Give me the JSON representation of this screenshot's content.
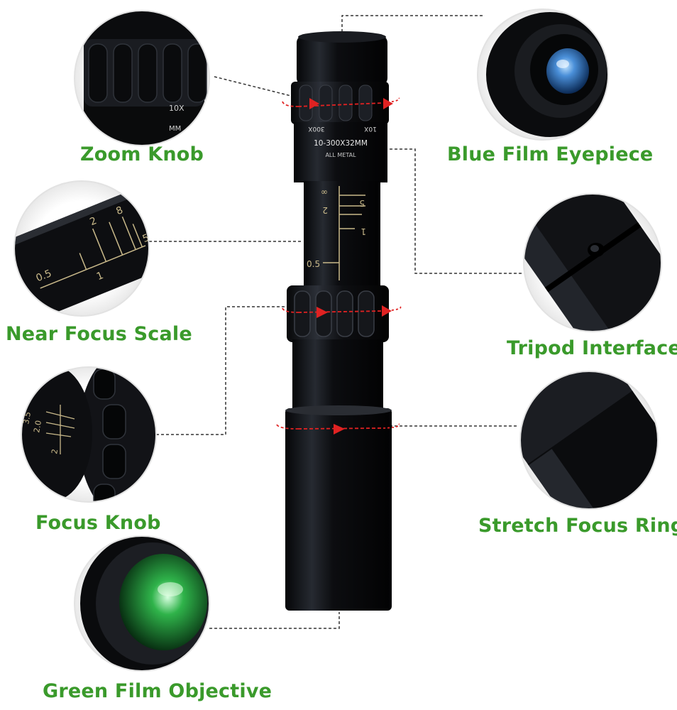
{
  "colors": {
    "label_green": "#3a9a2b",
    "arrow_red": "#e02222",
    "engraving_gold": "#c9b98a",
    "leader_line": "#333333",
    "lens_blue": "#4a8fd8",
    "lens_green": "#2fb34a"
  },
  "labels": {
    "zoom_knob": "Zoom Knob",
    "blue_film_eyepiece": "Blue Film Eyepiece",
    "near_focus_scale": "Near Focus Scale",
    "tripod_interface": "Tripod Interface",
    "focus_knob": "Focus Knob",
    "stretch_focus_ring": "Stretch Focus Ring",
    "green_film_objective": "Green Film Objective"
  },
  "engravings": {
    "zoom_max": "300X",
    "zoom_min": "10X",
    "model": "10-300X32MM",
    "material": "ALL METAL",
    "scale_infinity": "∞",
    "scale_5": "5",
    "scale_2": "2",
    "scale_1": "1",
    "scale_0_5": "0.5",
    "zoom_inset_10x": "10X",
    "zoom_inset_mm": "MM",
    "scale_inset_0_5": "0.5",
    "scale_inset_2": "2",
    "scale_inset_8": "8",
    "scale_inset_1": "1",
    "scale_inset_5": "5",
    "focus_inset_a": "3.5",
    "focus_inset_b": "2.0",
    "focus_inset_c": "2"
  },
  "icons": [
    "rotation-arrow-icon"
  ]
}
